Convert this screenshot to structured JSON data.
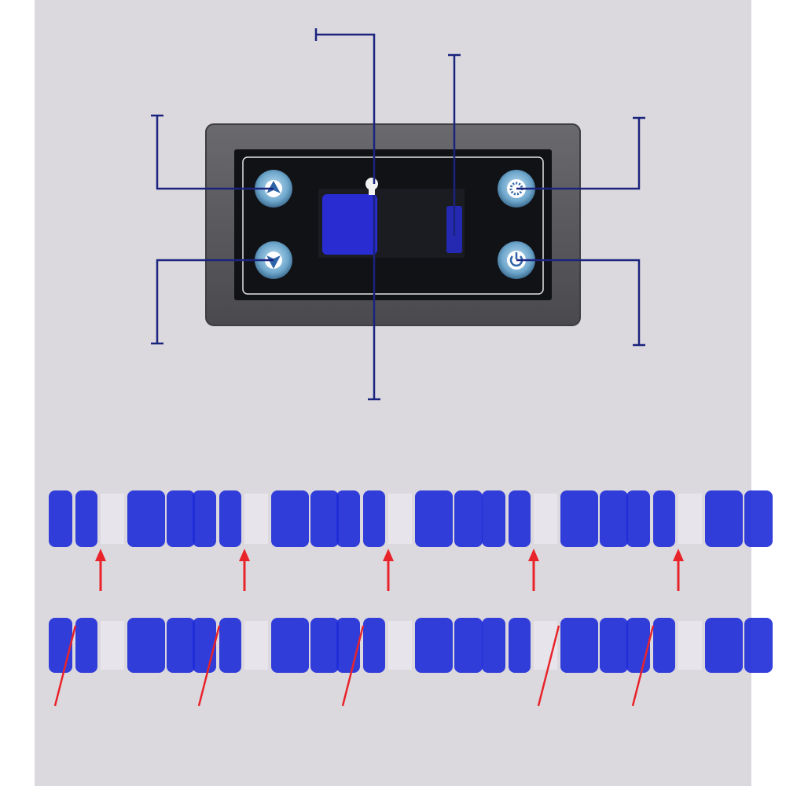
{
  "image": {
    "description_free": true
  },
  "device": {
    "buttons": [
      {
        "name": "button-top-left",
        "icon": "up-arrow-icon"
      },
      {
        "name": "button-bottom-left",
        "icon": "down-arrow-icon"
      },
      {
        "name": "button-top-right",
        "icon": "set-gear-icon"
      },
      {
        "name": "button-bottom-right",
        "icon": "power-icon"
      }
    ],
    "indicator": {
      "name": "status-led",
      "icon": "led-icon"
    }
  },
  "digit_rows": {
    "top_groups": 5,
    "bottom_groups": 5
  },
  "colors": {
    "background": "#dcd9de",
    "bezel": "#5c5c5f",
    "panel": "#111216",
    "button": "#6fa7cc",
    "digit": "#1e2bd8",
    "leader": "#1a237e",
    "arrow": "#e8232a"
  }
}
